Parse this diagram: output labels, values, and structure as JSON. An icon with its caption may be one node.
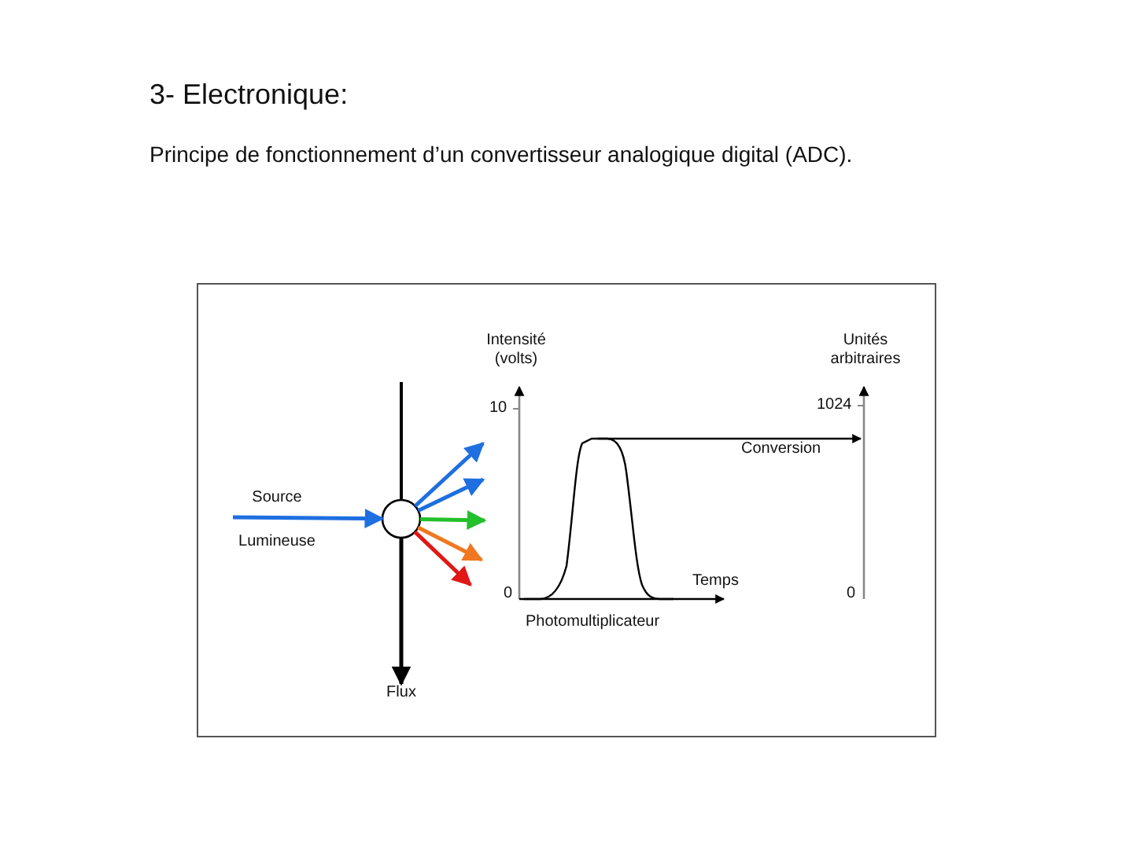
{
  "diagram": {
    "title": "3- Electronique:",
    "caption": "Principe de fonctionnement d’un convertisseur analogique digital (ADC).",
    "nodes": [
      {
        "text": [
          "Source",
          "Lumineuse"
        ]
      },
      {
        "text": [],
        "shape": "circle"
      },
      {
        "text": [
          "Flux"
        ]
      }
    ],
    "edges": [
      {
        "from": 0,
        "to": 1,
        "arrow": "to"
      },
      {
        "from": 1,
        "to": 2,
        "arrow": "to",
        "color": "#000000"
      },
      {
        "from": 1,
        "to": null,
        "arrow": "to"
      },
      {
        "from": 1,
        "to": null,
        "arrow": "to"
      },
      {
        "from": 1,
        "to": null,
        "arrow": "to",
        "color": "#22c02a"
      },
      {
        "from": 1,
        "to": null,
        "arrow": "to",
        "color": "#f07820"
      },
      {
        "from": 1,
        "to": null,
        "arrow": "to",
        "color": "#e01818"
      }
    ],
    "labels": [
      "Intensité (volts)",
      "Unités arbitraires",
      "10",
      "1024",
      "Conversion",
      "Temps",
      "0",
      "0",
      "Photomultiplicateur"
    ]
  }
}
